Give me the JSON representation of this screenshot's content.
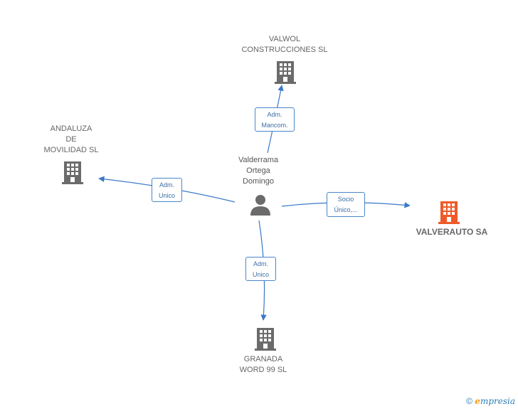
{
  "colors": {
    "edge": "#3a78c9",
    "building_default": "#6b6b6b",
    "building_highlight": "#f05a28",
    "person": "#6b6b6b"
  },
  "center": {
    "name": "Valderrama\nOrtega\nDomingo",
    "icon": "person-icon"
  },
  "nodes": {
    "valwol": {
      "name": "VALWOL\nCONSTRUCCIONES SL",
      "icon": "building-icon"
    },
    "andaluza": {
      "name": "ANDALUZA\nDE\nMOVILIDAD SL",
      "icon": "building-icon"
    },
    "valverauto": {
      "name": "VALVERAUTO SA",
      "icon": "building-icon"
    },
    "granada": {
      "name": "GRANADA\nWORD 99 SL",
      "icon": "building-icon"
    }
  },
  "edges": {
    "valwol": "Adm.\nMancom.",
    "andaluza": "Adm.\nUnico",
    "valverauto": "Socio\nÚnico,...",
    "granada": "Adm.\nUnico"
  },
  "footer": {
    "copyright": "©",
    "brand_initial": "e",
    "brand_rest": "mpresia"
  }
}
